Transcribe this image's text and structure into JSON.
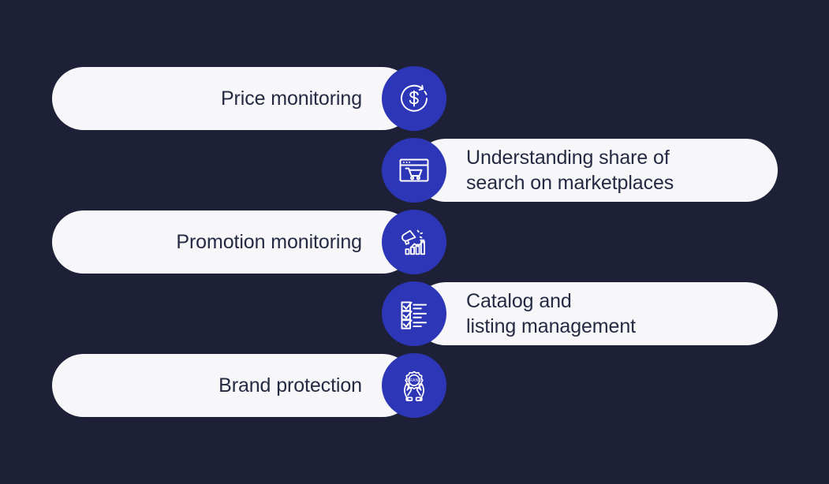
{
  "theme": {
    "background": "#1d2036",
    "pill_background": "#f7f7fa",
    "badge_background": "#2d36b6",
    "text_color": "#252a43",
    "icon_color": "#ffffff"
  },
  "rows": [
    {
      "label": "Price monitoring",
      "side": "left",
      "icon": "dollar-circle-arrow-icon"
    },
    {
      "label": "Understanding share of\nsearch on marketplaces",
      "side": "right",
      "icon": "browser-shopping-cart-icon"
    },
    {
      "label": "Promotion monitoring",
      "side": "left",
      "icon": "megaphone-growth-chart-icon"
    },
    {
      "label": "Catalog and\nlisting management",
      "side": "right",
      "icon": "checklist-icon"
    },
    {
      "label": "Brand protection",
      "side": "left",
      "icon": "hands-brand-badge-icon"
    }
  ]
}
